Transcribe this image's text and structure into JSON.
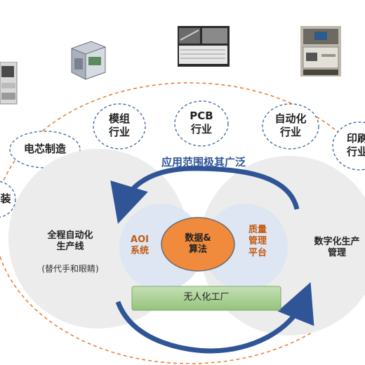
{
  "colors": {
    "outer_dash": "#e8823a",
    "bubble_dash": "#4a6fa5",
    "big_circle": "#ececec",
    "aoi_circle": "#dce6f4",
    "center_circle": "#f08a3c",
    "arrow_blue": "#2f5597",
    "green_bar": "#a9d08e",
    "orange_text": "#c55a11",
    "blue_text": "#2f5597"
  },
  "industries": {
    "module": "模组\n行业",
    "pcb": "PCB\n行业",
    "automation": "自动化\n行业",
    "printing": "印刷\n行业",
    "battery": "电芯制造",
    "packaging": "装"
  },
  "headline": "应用范围极其广泛",
  "left_circle": {
    "title": "全程自动化\n生产线",
    "subtitle": "(替代手和眼睛)"
  },
  "right_circle": {
    "title": "数字化生产\n管理"
  },
  "aoi": "AOI\n系统",
  "core": "数据&\n算法",
  "quality": "质量\n管理\n平台",
  "factory": "无人化工厂"
}
